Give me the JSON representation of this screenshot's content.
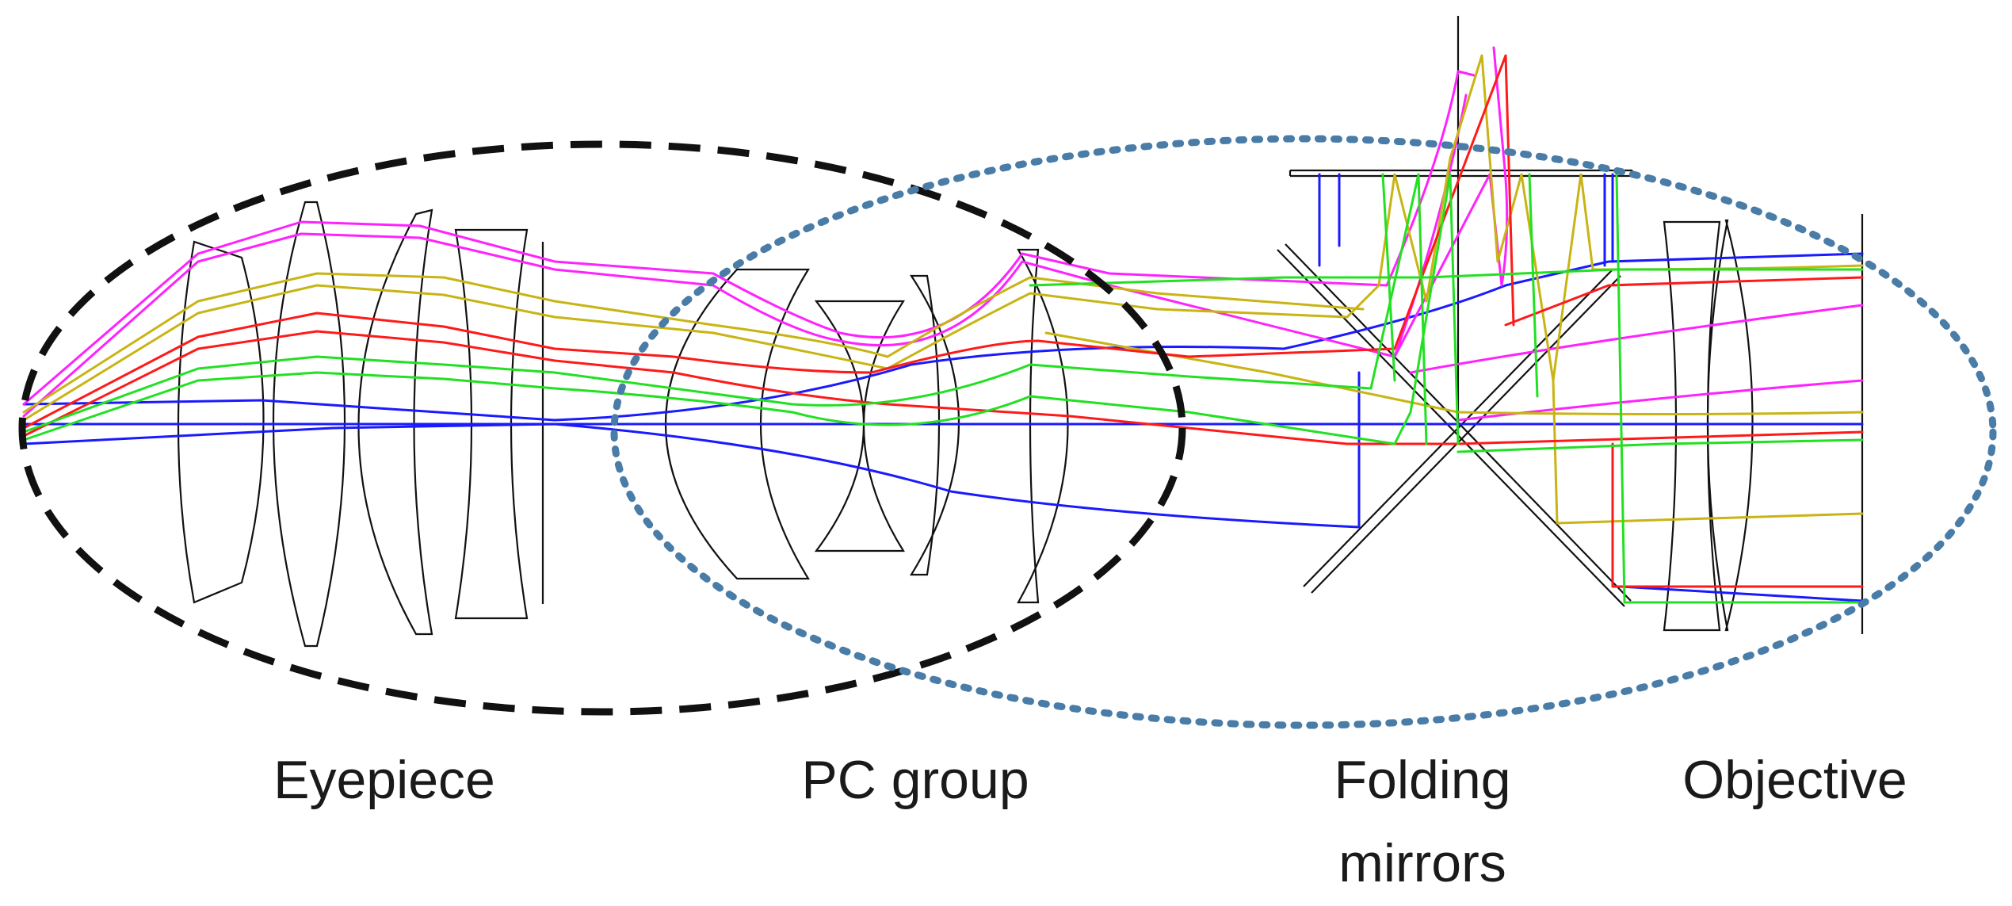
{
  "labels": {
    "eyepiece": "Eyepiece",
    "pc_group": "PC group",
    "folding_line1": "Folding",
    "folding_line2": "mirrors",
    "objective": "Objective"
  },
  "colors": {
    "magenta": "#ff22ff",
    "olive": "#c8b414",
    "red": "#ff1a1a",
    "green": "#22e022",
    "blue": "#1a1aff",
    "dashed_ellipse": "#111111",
    "dotted_ellipse": "#4a7ca8",
    "lens_stroke": "#111111"
  }
}
